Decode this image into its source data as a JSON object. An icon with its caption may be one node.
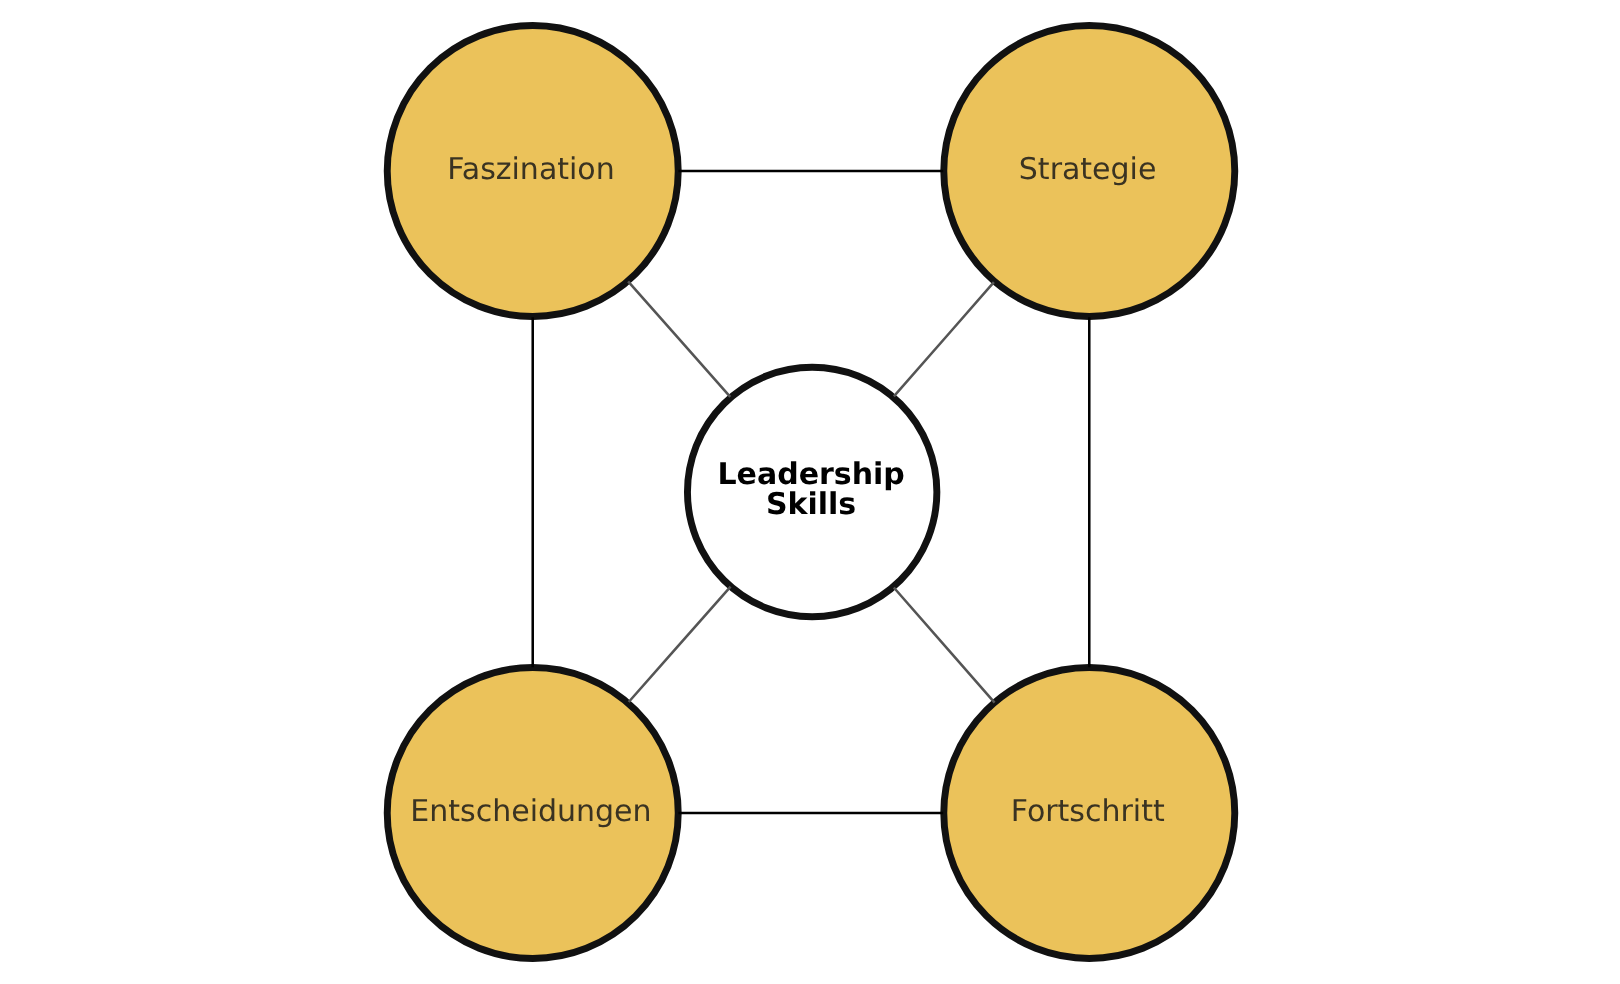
{
  "diagram": {
    "nodes": [
      {
        "text": [
          "Faszination"
        ]
      },
      {
        "text": [
          "Strategie"
        ]
      },
      {
        "text": [
          "Leadership Skills"
        ]
      },
      {
        "text": [
          "Entscheidungen"
        ]
      },
      {
        "text": [
          "Fortschritt"
        ]
      }
    ],
    "edges": [
      {
        "from": 0,
        "to": 2,
        "arrow": "none",
        "color": "#555555"
      },
      {
        "from": 1,
        "to": 2,
        "arrow": "none",
        "color": "#555555"
      },
      {
        "from": 2,
        "to": 3,
        "arrow": "none",
        "color": "#555555"
      },
      {
        "from": 2,
        "to": 4,
        "arrow": "none",
        "color": "#555555"
      },
      {
        "from": 0,
        "to": 1,
        "arrow": "none",
        "color": "#000000"
      },
      {
        "from": 1,
        "to": 4,
        "arrow": "none",
        "color": "#000000"
      },
      {
        "from": 3,
        "to": 4,
        "arrow": "none",
        "color": "#000000"
      },
      {
        "from": 0,
        "to": 3,
        "arrow": "none",
        "color": "#000000"
      }
    ]
  }
}
